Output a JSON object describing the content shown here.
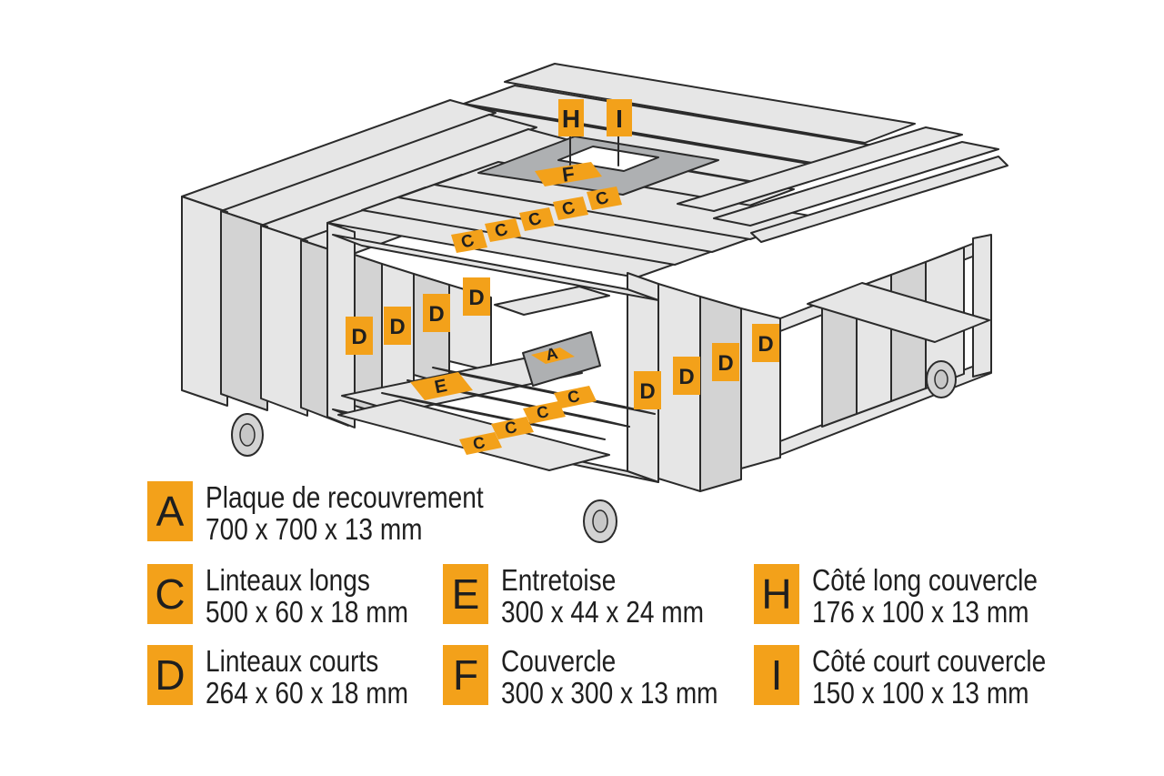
{
  "palette": {
    "accent": "#f3a11a",
    "outline": "#2b2b2b",
    "wood_light": "#e6e6e6",
    "wood_mid": "#d3d3d3",
    "wood_dark": "#c7c7c7",
    "hole": "#ffffff",
    "panel_gray": "#aeb0b2",
    "text": "#1f1f1f"
  },
  "labels": {
    "A": "A",
    "C": "C",
    "D": "D",
    "E": "E",
    "F": "F",
    "H": "H",
    "I": "I"
  },
  "legend": [
    {
      "letter": "A",
      "title": "Plaque de recouvrement",
      "dimensions": "700 x 700 x 13 mm"
    },
    {
      "letter": "C",
      "title": "Linteaux longs",
      "dimensions": "500 x 60 x 18 mm"
    },
    {
      "letter": "D",
      "title": "Linteaux courts",
      "dimensions": "264 x 60 x 18 mm"
    },
    {
      "letter": "E",
      "title": "Entretoise",
      "dimensions": "300 x 44 x 24 mm"
    },
    {
      "letter": "F",
      "title": "Couvercle",
      "dimensions": "300 x 300 x 13 mm"
    },
    {
      "letter": "H",
      "title": "Côté long couvercle",
      "dimensions": "176 x 100 x 13 mm"
    },
    {
      "letter": "I",
      "title": "Côté court couvercle",
      "dimensions": "150 x 100 x 13 mm"
    }
  ]
}
